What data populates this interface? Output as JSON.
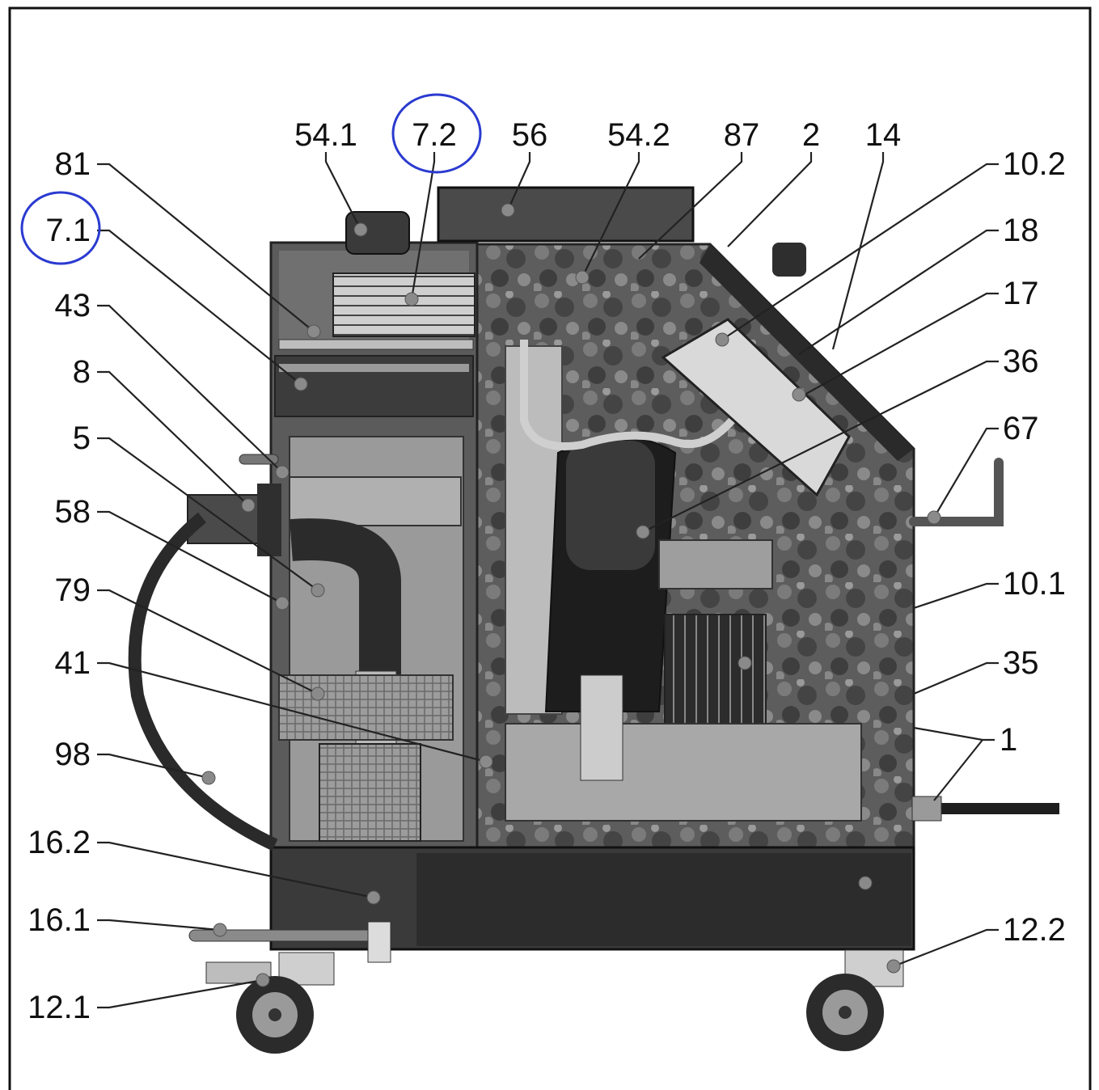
{
  "diagram": {
    "labels": {
      "l81": "81",
      "l7_1": "7.1",
      "l43": "43",
      "l8": "8",
      "l5": "5",
      "l58": "58",
      "l79": "79",
      "l41": "41",
      "l98": "98",
      "l16_2": "16.2",
      "l16_1": "16.1",
      "l12_1": "12.1",
      "l54_1": "54.1",
      "l7_2": "7.2",
      "l56": "56",
      "l54_2": "54.2",
      "l87": "87",
      "l2": "2",
      "l14": "14",
      "l10_2": "10.2",
      "l18": "18",
      "l17": "17",
      "l36": "36",
      "l67": "67",
      "l10_1": "10.1",
      "l35": "35",
      "l1": "1",
      "l12_2": "12.2"
    },
    "colors": {
      "frame": "#111111",
      "housing_dark": "#3a3a3a",
      "housing_mid": "#5e5e5e",
      "housing_light": "#9a9a9a",
      "panel_light": "#b8b8b8",
      "marble": "#6f6f6f",
      "highlight_circle": "#2a3ad0"
    }
  }
}
